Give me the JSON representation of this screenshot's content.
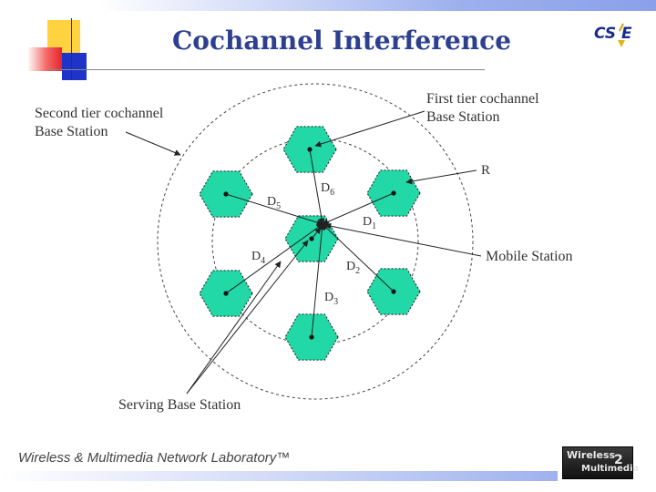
{
  "slide": {
    "title": "Cochannel Interference",
    "footer": "Wireless & Multimedia Network Laboratory™",
    "cse_logo_text": "CS E",
    "lab_logo": {
      "line1": "Wireless",
      "line2": "Multimedia",
      "mark": "2"
    }
  },
  "diagram": {
    "labels": {
      "second_tier_l1": "Second tier cochannel",
      "second_tier_l2": "Base Station",
      "first_tier_l1": "First tier cochannel",
      "first_tier_l2": "Base Station",
      "radius": "R",
      "mobile_station": "Mobile Station",
      "serving_bs": "Serving Base Station"
    },
    "distances": [
      {
        "base": "D",
        "sub": "1"
      },
      {
        "base": "D",
        "sub": "2"
      },
      {
        "base": "D",
        "sub": "3"
      },
      {
        "base": "D",
        "sub": "4"
      },
      {
        "base": "D",
        "sub": "5"
      },
      {
        "base": "D",
        "sub": "6"
      }
    ],
    "colors": {
      "cell_fill": "#22d8a6",
      "cell_stroke": "#1a1a1a",
      "line": "#222222",
      "ms_dot": "#c0392b"
    }
  }
}
